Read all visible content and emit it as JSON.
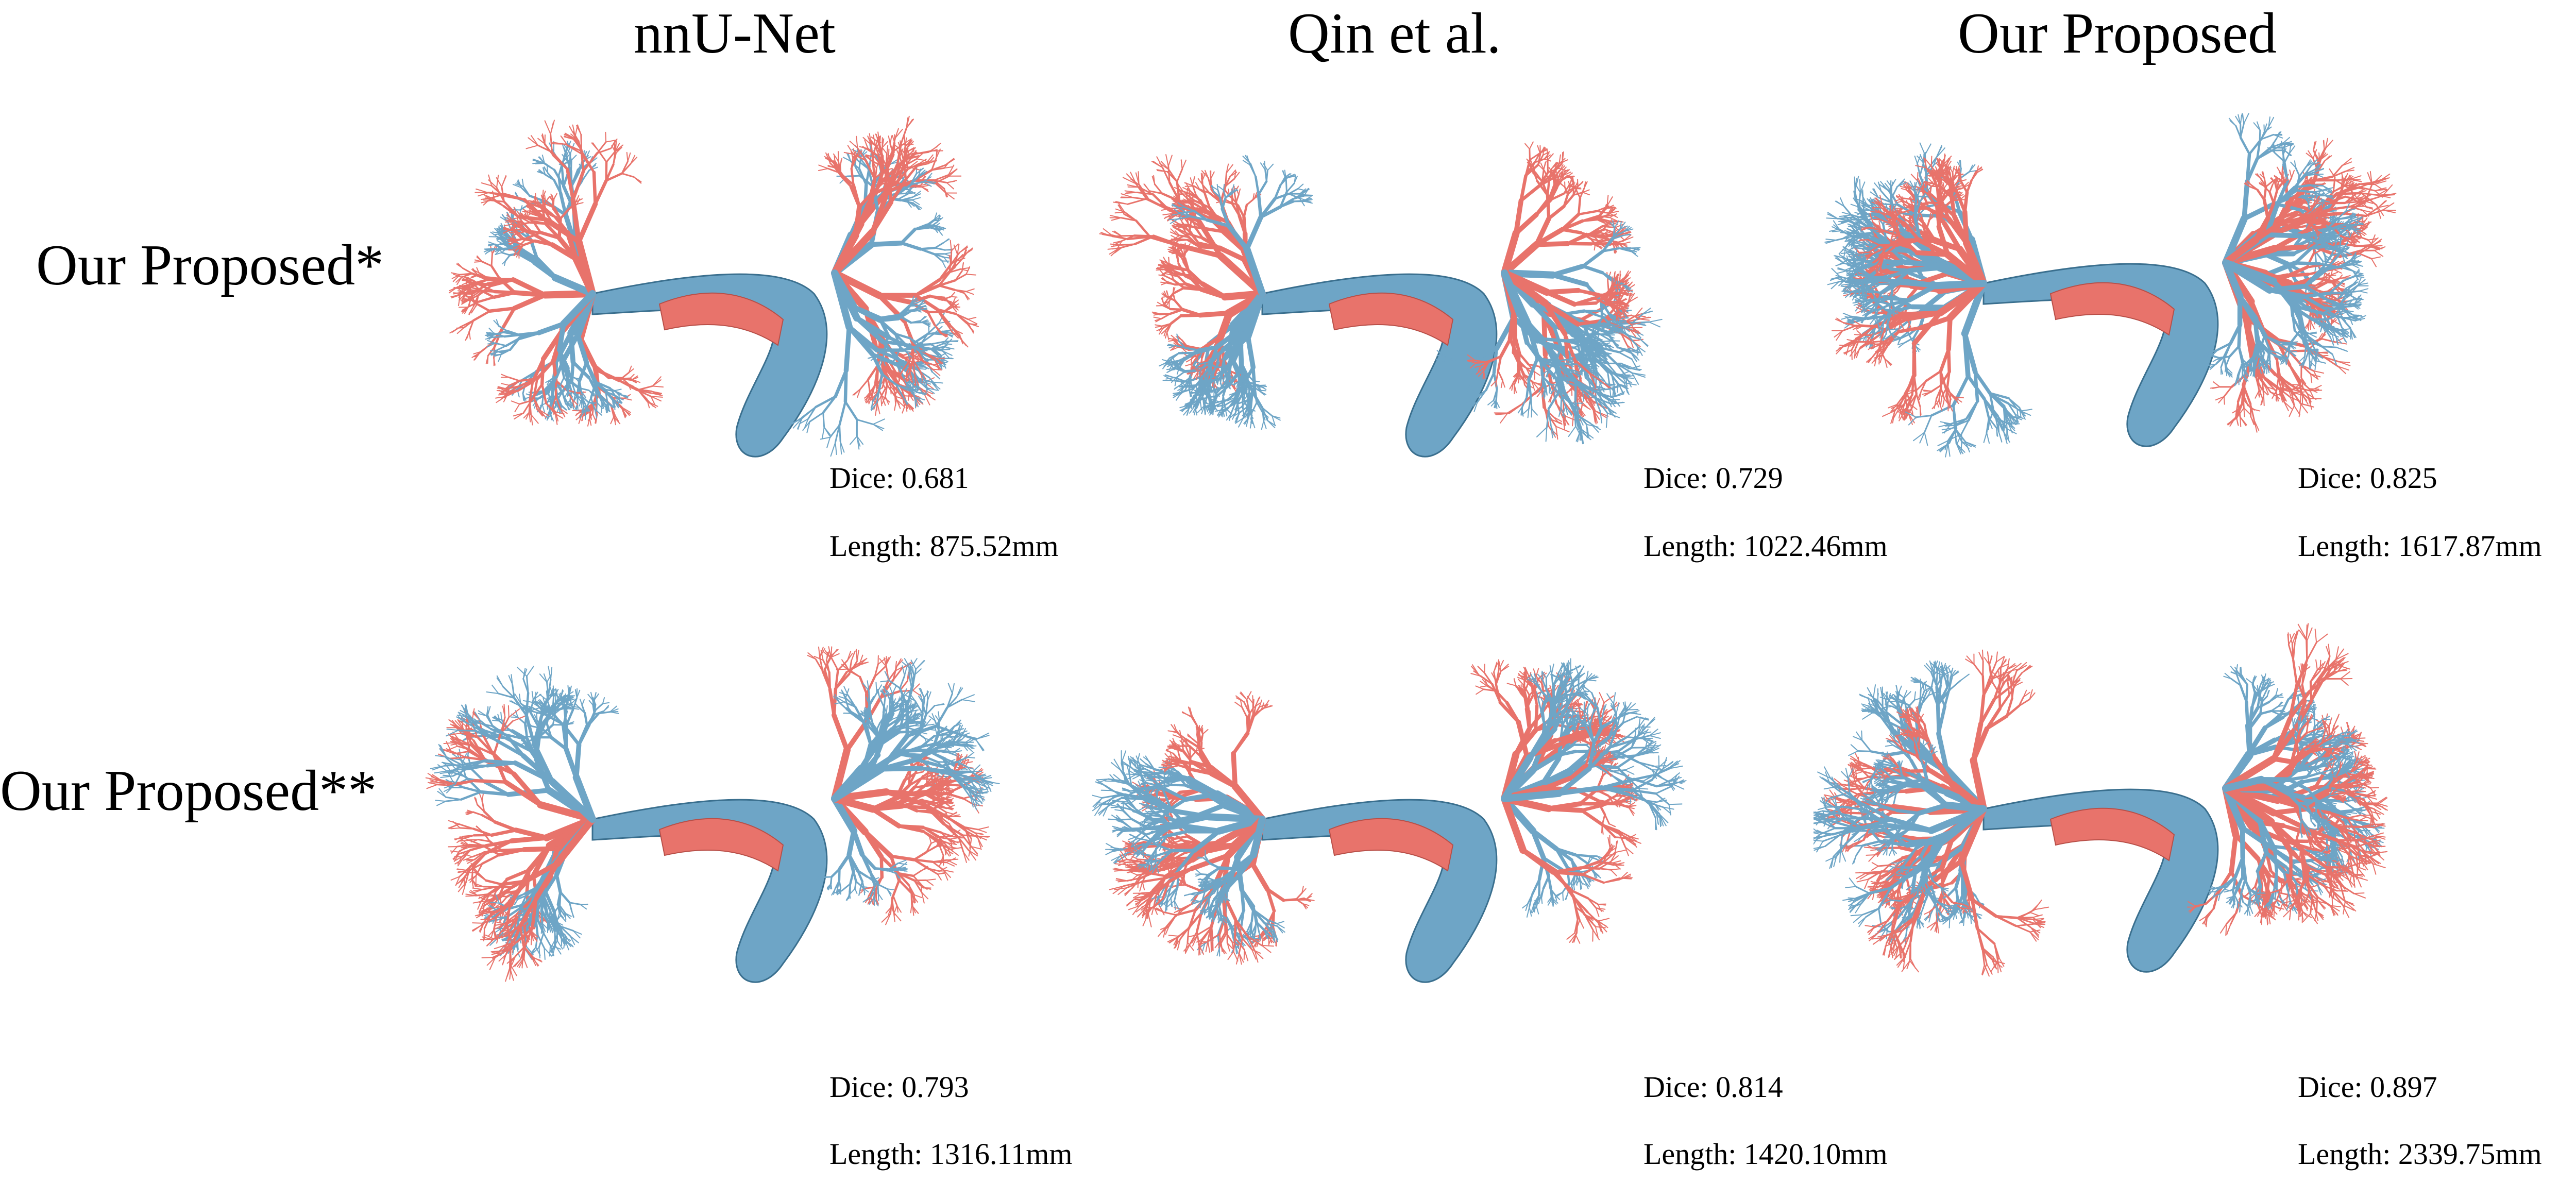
{
  "columns": [
    "nnU-Net",
    "Qin et al.",
    "Our Proposed"
  ],
  "rows": [
    {
      "label": "Our Proposed*",
      "cells": [
        {
          "dice": "Dice: 0.681",
          "length": "Length: 875.52mm"
        },
        {
          "dice": "Dice: 0.729",
          "length": "Length: 1022.46mm"
        },
        {
          "dice": "Dice: 0.825",
          "length": "Length: 1617.87mm"
        }
      ]
    },
    {
      "label": "Our Proposed**",
      "cells": [
        {
          "dice": "Dice: 0.793",
          "length": "Length: 1316.11mm"
        },
        {
          "dice": "Dice: 0.814",
          "length": "Length: 1420.10mm"
        },
        {
          "dice": "Dice: 0.897",
          "length": "Length: 2339.75mm"
        }
      ]
    }
  ],
  "colors": {
    "artery": "#6ea5c6",
    "vein": "#e8736b",
    "outline": "#3a6f8e"
  }
}
